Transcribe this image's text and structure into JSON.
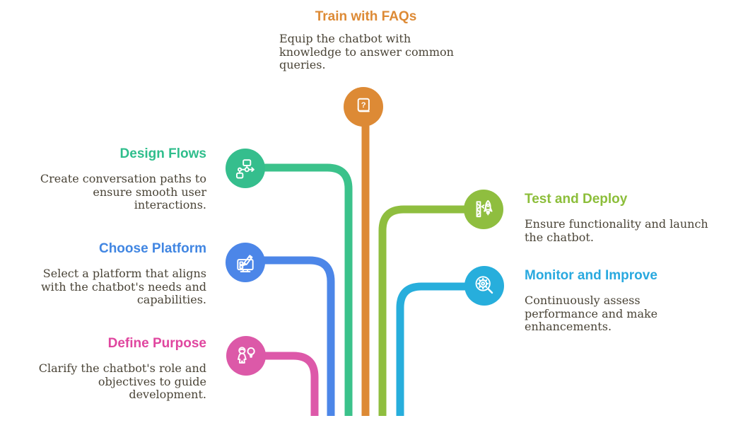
{
  "page": {
    "background_color": "#ffffff",
    "body_text_color": "#4a4437"
  },
  "steps": [
    {
      "id": "train-with-faqs",
      "title": "Train with FAQs",
      "description": "Equip the chatbot with\nknowledge to answer common\nqueries.",
      "color": "#dd8a35",
      "icon": "faq-book-icon"
    },
    {
      "id": "design-flows",
      "title": "Design Flows",
      "description": "Create conversation paths to\nensure smooth user\ninteractions.",
      "color": "#35be8d",
      "icon": "flowchart-icon"
    },
    {
      "id": "choose-platform",
      "title": "Choose Platform",
      "description": "Select a platform that aligns\nwith the chatbot's needs and\ncapabilities.",
      "color": "#4c86e8",
      "icon": "monitor-pencil-icon"
    },
    {
      "id": "define-purpose",
      "title": "Define Purpose",
      "description": "Clarify the chatbot's role and\nobjectives to guide\ndevelopment.",
      "color": "#dc59a8",
      "icon": "person-lightbulb-icon"
    },
    {
      "id": "test-and-deploy",
      "title": "Test and Deploy",
      "description": "Ensure functionality and launch\nthe chatbot.",
      "color": "#8fbe3f",
      "icon": "rocket-launch-icon"
    },
    {
      "id": "monitor-and-improve",
      "title": "Monitor and Improve",
      "description": "Continuously assess\nperformance and make\nenhancements.",
      "color": "#27aedc",
      "icon": "gear-magnifier-icon"
    }
  ]
}
